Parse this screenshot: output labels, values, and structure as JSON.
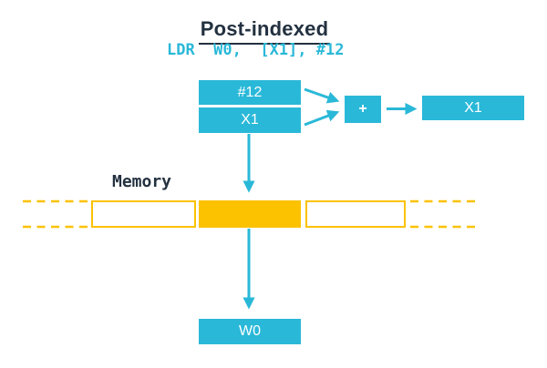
{
  "title": "Post-indexed",
  "code": "LDR  W0,  [X1], #12",
  "memory": {
    "label": "Memory"
  },
  "registers": {
    "offset": "#12",
    "base": "X1",
    "operator": "+",
    "updated_base": "X1",
    "destination": "W0"
  },
  "colors": {
    "cyan": "#2AB8D8",
    "yellow": "#FCC200",
    "dark": "#233140"
  }
}
